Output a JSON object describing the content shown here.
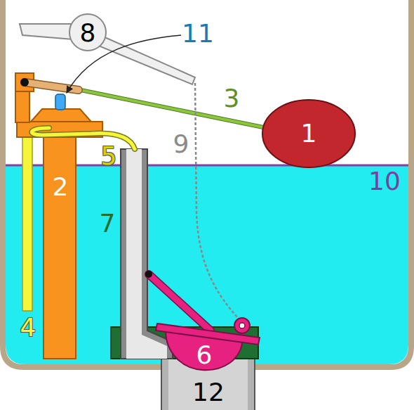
{
  "diagram": {
    "labels": [
      "8",
      "11",
      "3",
      "9",
      "5",
      "1",
      "10",
      "2",
      "7",
      "4",
      "6",
      "12"
    ]
  }
}
